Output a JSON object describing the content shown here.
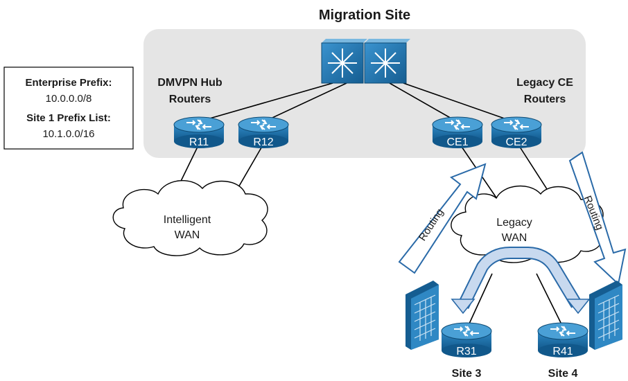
{
  "title": "Migration Site",
  "info_box": {
    "enterprise_prefix_label": "Enterprise Prefix:",
    "enterprise_prefix_value": "10.0.0.0/8",
    "site1_prefix_label": "Site 1 Prefix List:",
    "site1_prefix_value": "10.1.0.0/16"
  },
  "groups": {
    "dmvpn_line1": "DMVPN Hub",
    "dmvpn_line2": "Routers",
    "legacy_ce_line1": "Legacy CE",
    "legacy_ce_line2": "Routers"
  },
  "routers": {
    "r11": "R11",
    "r12": "R12",
    "ce1": "CE1",
    "ce2": "CE2",
    "r31": "R31",
    "r41": "R41"
  },
  "clouds": {
    "intelligent_line1": "Intelligent",
    "intelligent_line2": "WAN",
    "legacy_line1": "Legacy",
    "legacy_line2": "WAN"
  },
  "arrows": {
    "left": "Routing",
    "right": "Routing"
  },
  "sites": {
    "site3": "Site 3",
    "site4": "Site 4"
  },
  "colors": {
    "router_blue": "#1b6fa8",
    "router_top": "#4aa0d6",
    "site_panel": "#e5e5e5",
    "arrow_fill": "#c8d9ef"
  }
}
